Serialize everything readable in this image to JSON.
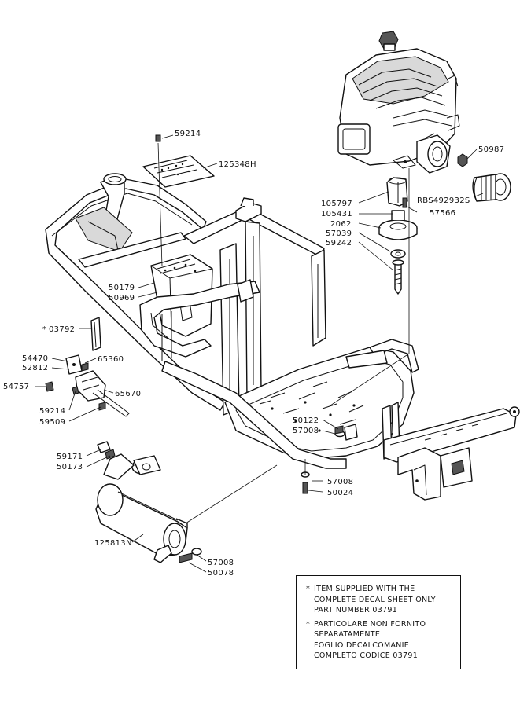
{
  "labels": {
    "p59214_top": "59214",
    "p125348H": "125348H",
    "p50987": "50987",
    "pRBS492932S": "RBS492932S",
    "p105797": "105797",
    "p105431": "105431",
    "p2062": "2062",
    "p57039": "57039",
    "p59242": "59242",
    "p57566": "57566",
    "p50179": "50179",
    "p50969": "50969",
    "p03792": "03792",
    "p03792_mark": "*",
    "p54470": "54470",
    "p52812": "52812",
    "p65360": "65360",
    "p54757": "54757",
    "p65670": "65670",
    "p59214_left": "59214",
    "p59509": "59509",
    "p50122": "50122",
    "p57008_mid": "57008",
    "p59171": "59171",
    "p50173": "50173",
    "p57008_low": "57008",
    "p50024": "50024",
    "p125813N": "125813N",
    "p57008_bot": "57008",
    "p50078": "50078"
  },
  "notes": [
    {
      "bullet": "*",
      "lines": [
        "ITEM SUPPLIED WITH THE",
        "COMPLETE DECAL SHEET ONLY",
        "PART NUMBER 03791"
      ]
    },
    {
      "bullet": "*",
      "lines": [
        "PARTICOLARE NON FORNITO",
        "SEPARATAMENTE",
        "FOGLIO DECALCOMANIE",
        "COMPLETO CODICE 03791"
      ]
    }
  ]
}
